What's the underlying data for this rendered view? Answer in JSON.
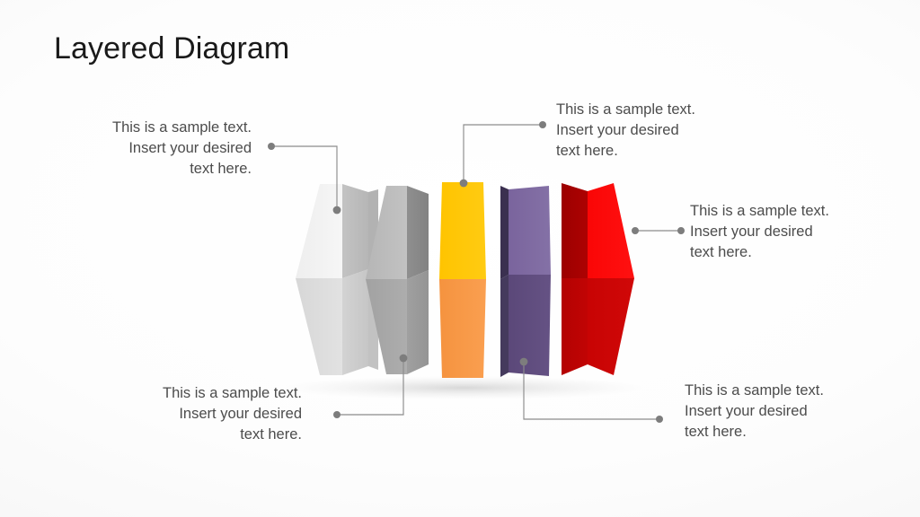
{
  "page": {
    "title": "Layered Diagram",
    "background_color": "#f7f7f7",
    "text_color": "#4c4c4c",
    "connector_color": "#8c8c8c"
  },
  "callouts": [
    {
      "id": "callout-top-left",
      "text": "This is a sample text.\nInsert your desired\ntext here.",
      "align": "right",
      "connects_to": "layer-1-white"
    },
    {
      "id": "callout-top-right",
      "text": "This is a sample text.\nInsert your desired\ntext here.",
      "align": "left",
      "connects_to": "layer-3-yellow"
    },
    {
      "id": "callout-middle-right",
      "text": "This is a sample text.\nInsert your desired\ntext here.",
      "align": "left",
      "connects_to": "layer-5-red"
    },
    {
      "id": "callout-bottom-left",
      "text": "This is a sample text.\nInsert your desired\ntext here.",
      "align": "right",
      "connects_to": "layer-2-gray"
    },
    {
      "id": "callout-bottom-right",
      "text": "This is a sample text.\nInsert your desired\ntext here.",
      "align": "left",
      "connects_to": "layer-4-purple"
    }
  ],
  "chart_data": {
    "type": "diagram",
    "subtype": "layered-3d-slabs",
    "title": "Layered Diagram",
    "layer_count": 5,
    "layers": [
      {
        "index": 1,
        "name": "layer-1-white",
        "front_top_color": "#f2f2f2",
        "front_bottom_color": "#dcdcdc",
        "side_top_color": "#bfbfbf",
        "side_bottom_color": "#cfcfcf"
      },
      {
        "index": 2,
        "name": "layer-2-gray",
        "front_top_color": "#bdbdbd",
        "front_bottom_color": "#a8a8a8",
        "side_top_color": "#8a8a8a",
        "side_bottom_color": "#9d9d9d"
      },
      {
        "index": 3,
        "name": "layer-3-yellow",
        "front_top_color": "#ffc500",
        "front_bottom_color": "#f79646",
        "side_top_color": "#e5ae00",
        "side_bottom_color": "#e08638"
      },
      {
        "index": 4,
        "name": "layer-4-purple",
        "front_top_color": "#7d679f",
        "front_bottom_color": "#5d4a7d",
        "side_top_color": "#3d3152",
        "side_bottom_color": "#463a5e"
      },
      {
        "index": 5,
        "name": "layer-5-red",
        "front_top_color": "#ff0000",
        "front_bottom_color": "#cc0000",
        "side_top_color": "#a80000",
        "side_bottom_color": "#c00000"
      }
    ],
    "connector_dots": 10,
    "legend": "none",
    "grid": false
  }
}
